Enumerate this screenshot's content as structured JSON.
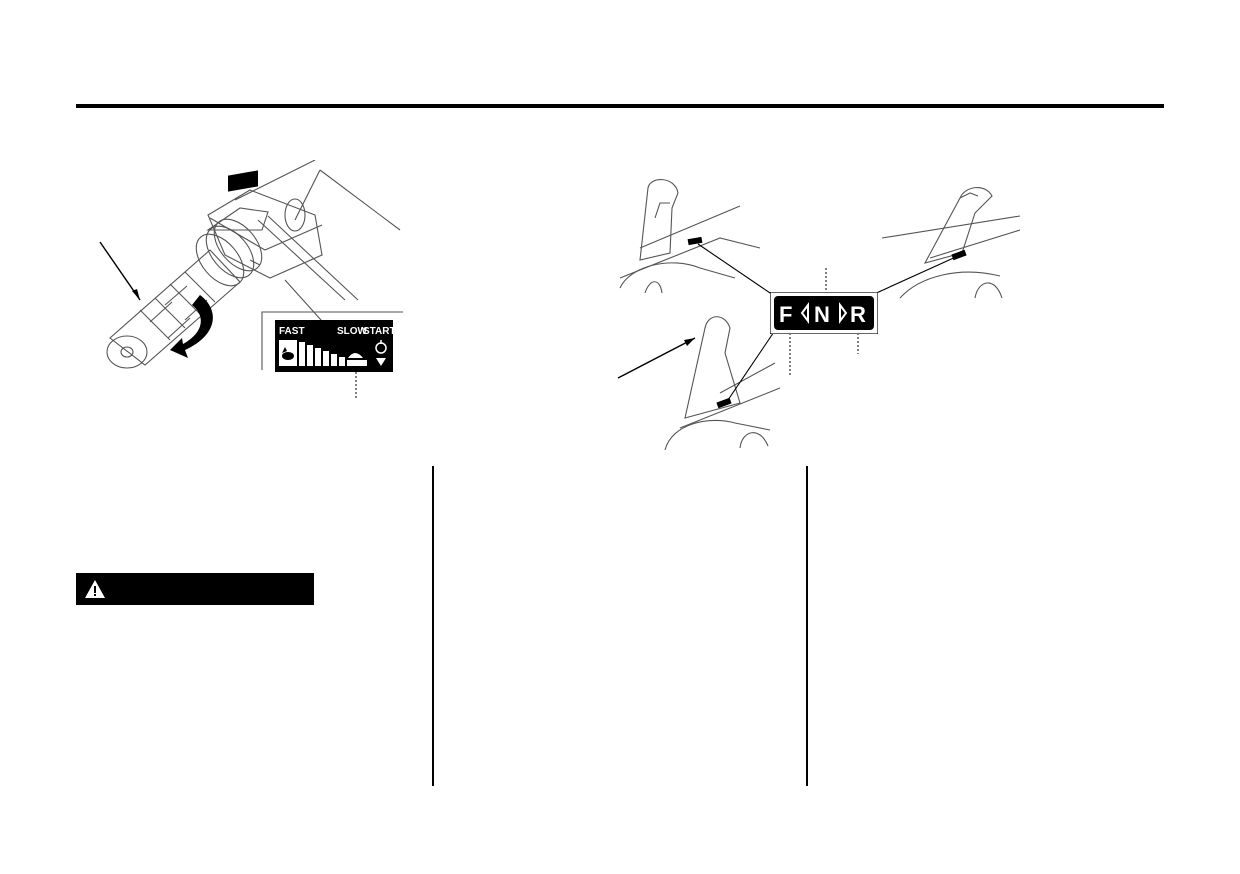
{
  "throttle_label": {
    "fast": "FAST",
    "slow": "SLOW",
    "start": "START"
  },
  "gear_label": {
    "letters": [
      "F",
      "N",
      "R"
    ]
  },
  "warning": {
    "icon": "warning-triangle-icon",
    "text": ""
  },
  "colors": {
    "ink": "#000000",
    "paper": "#ffffff",
    "line": "#555555"
  }
}
